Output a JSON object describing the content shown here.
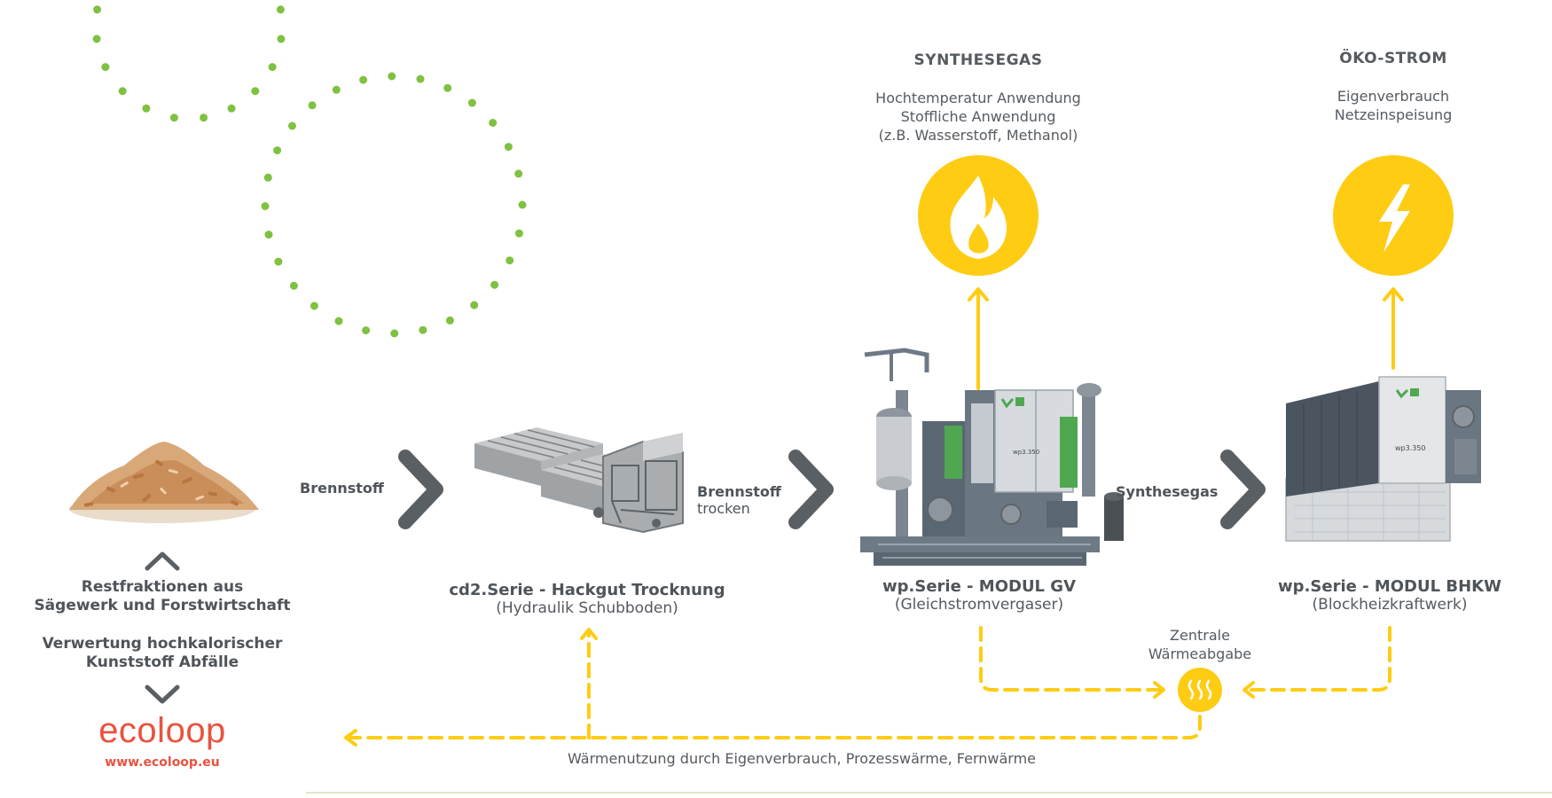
{
  "colors": {
    "accent_yellow": "#ffcc14",
    "dots_green": "#7fc241",
    "chevron_gray": "#5a5f64",
    "text_gray": "#565b60",
    "logo_red": "#e8533f"
  },
  "outputs": {
    "synthesegas": {
      "title": "SYNTHESEGAS",
      "lines": [
        "Hochtemperatur Anwendung",
        "Stoffliche Anwendung",
        "(z.B. Wasserstoff, Methanol)"
      ],
      "icon": "flame-icon"
    },
    "oeko_strom": {
      "title": "ÖKO-STROM",
      "lines": [
        "Eigenverbrauch",
        "Netzeinspeisung"
      ],
      "icon": "lightning-icon"
    }
  },
  "feedstock": {
    "title_lines": [
      "Restfraktionen aus",
      "Sägewerk und Forstwirtschaft"
    ],
    "plastic_lines": [
      "Verwertung hochkalorischer",
      "Kunststoff Abfälle"
    ]
  },
  "logo": {
    "name": "ecoloop",
    "url": "www.ecoloop.eu"
  },
  "flow_labels": {
    "brennstoff": "Brennstoff",
    "brennstoff_trocken_bold": "Brennstoff",
    "brennstoff_trocken_sub": "trocken",
    "synthesegas": "Synthesegas"
  },
  "modules": {
    "dryer": {
      "title": "cd2.Serie - Hackgut Trocknung",
      "subtitle": "(Hydraulik Schubboden)"
    },
    "gasifier": {
      "title": "wp.Serie - MODUL GV",
      "subtitle": "(Gleichstromvergaser)",
      "panel_label": "wp3.350"
    },
    "chp": {
      "title": "wp.Serie - MODUL BHKW",
      "subtitle": "(Blockheizkraftwerk)",
      "panel_label": "wp3.350"
    }
  },
  "heat": {
    "center_lines": [
      "Zentrale",
      "Wärmeabgabe"
    ],
    "usage": "Wärmenutzung durch Eigenverbrauch, Prozesswärme, Fernwärme",
    "icon": "heat-waves-icon"
  }
}
